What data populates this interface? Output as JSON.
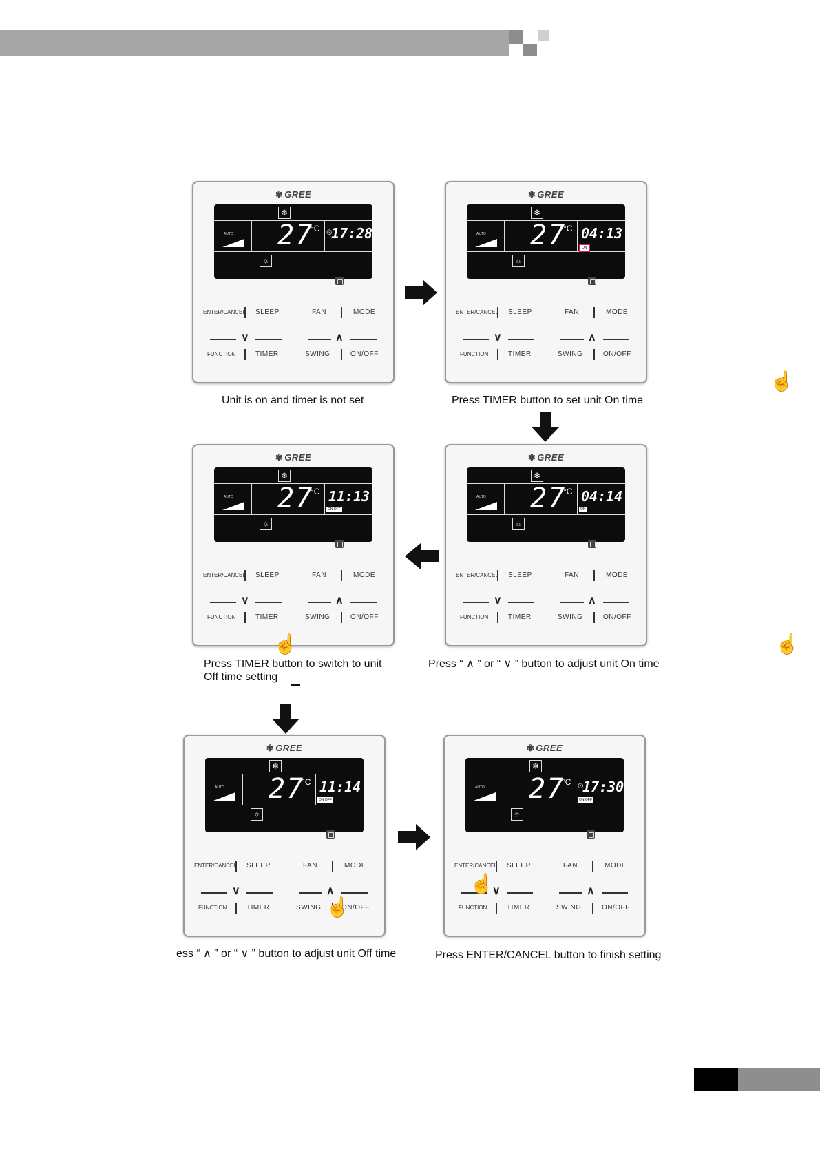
{
  "header": {
    "bar_color": "#a6a6a6",
    "squares": [
      "#8d8d8d",
      "#cfcfcf",
      "#8d8d8d"
    ]
  },
  "brand": {
    "logo_text": "GREE"
  },
  "buttons": {
    "enter_cancel": "ENTER/CANCEL",
    "sleep": "SLEEP",
    "fan": "FAN",
    "mode": "MODE",
    "function": "FUNCTION",
    "timer": "TIMER",
    "swing": "SWING",
    "onoff": "ON/OFF",
    "down": "∨",
    "up": "∧"
  },
  "lcd": {
    "temp": "27",
    "unit": "°C",
    "auto": "AUTO",
    "snow_icon": "snowflake-icon",
    "sun_icon": "sun-icon"
  },
  "panels": [
    {
      "time": "17:28",
      "clock": true,
      "badge": "",
      "caption": "Unit is on and timer is not set"
    },
    {
      "time": "04:13",
      "clock": false,
      "badge": "ON",
      "caption": "Press TIMER button to set unit On time"
    },
    {
      "time": "04:14",
      "clock": false,
      "badge": "ON",
      "caption": "Press “ ∧ ” or “ ∨ ” button to adjust unit On time"
    },
    {
      "time": "11:13",
      "clock": false,
      "badge": "ON OFF",
      "caption_l1": "Press TIMER button to switch to unit",
      "caption_l2": "Off time setting"
    },
    {
      "time": "11:14",
      "clock": false,
      "badge": "ON OFF",
      "caption": "ess “ ∧ ” or “ ∨ ” button to adjust unit Off time"
    },
    {
      "time": "17:30",
      "clock": true,
      "badge": "ON OFF",
      "caption": "Press ENTER/CANCEL button to finish setting"
    }
  ]
}
